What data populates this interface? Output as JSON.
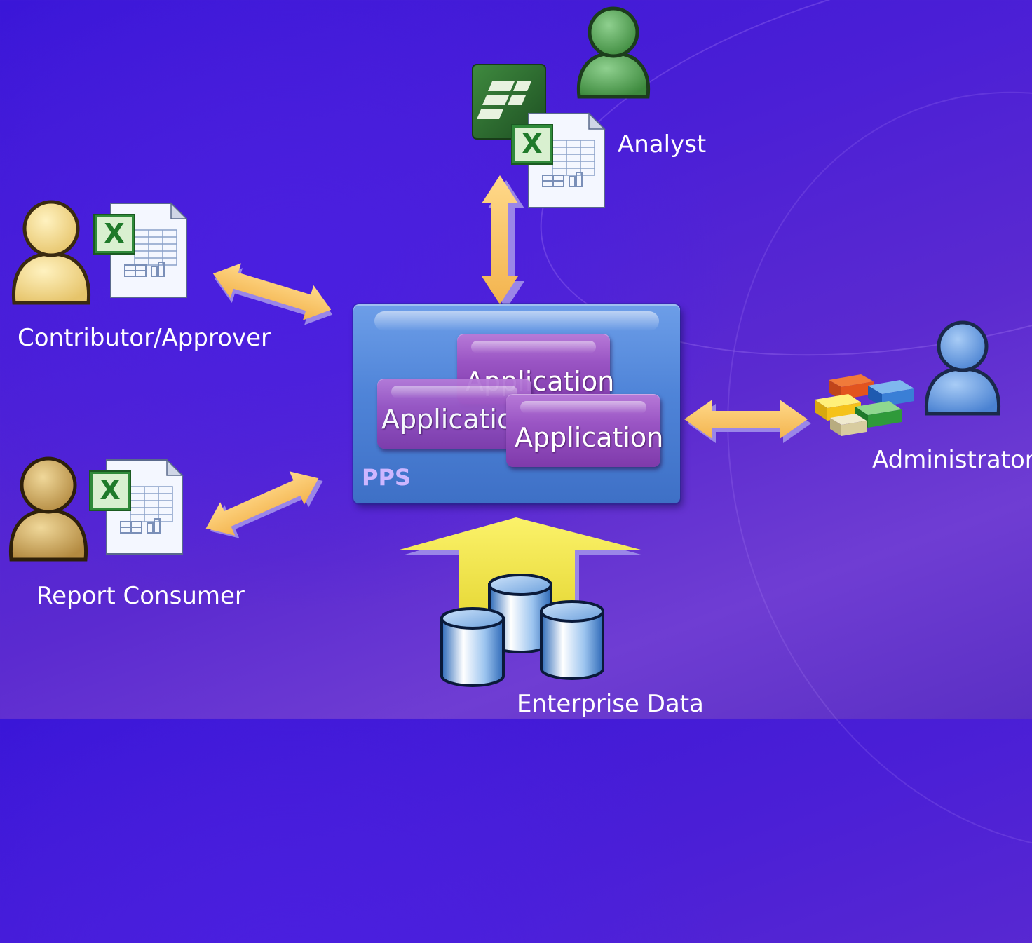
{
  "actors": {
    "analyst": "Analyst",
    "contributor": "Contributor/Approver",
    "report_consumer": "Report Consumer",
    "administrator": "Administrator"
  },
  "system": {
    "name": "PPS",
    "applications": [
      "Application",
      "Application",
      "Application"
    ]
  },
  "data_source": "Enterprise Data",
  "colors": {
    "arrow": "#f7c56a",
    "arrow_shadow": "#9a86e8",
    "data_arrow": "#f3ec55",
    "pps_box": "#4f84d8",
    "application": "#9a55c4",
    "user_yellow": "#f2d98a",
    "user_tan": "#cfae6a",
    "user_green": "#5aa05a",
    "user_blue": "#5b8fd8"
  },
  "icons": [
    "user-icon",
    "excel-document-icon",
    "performancepoint-icon",
    "admin-console-icon",
    "database-icon"
  ]
}
